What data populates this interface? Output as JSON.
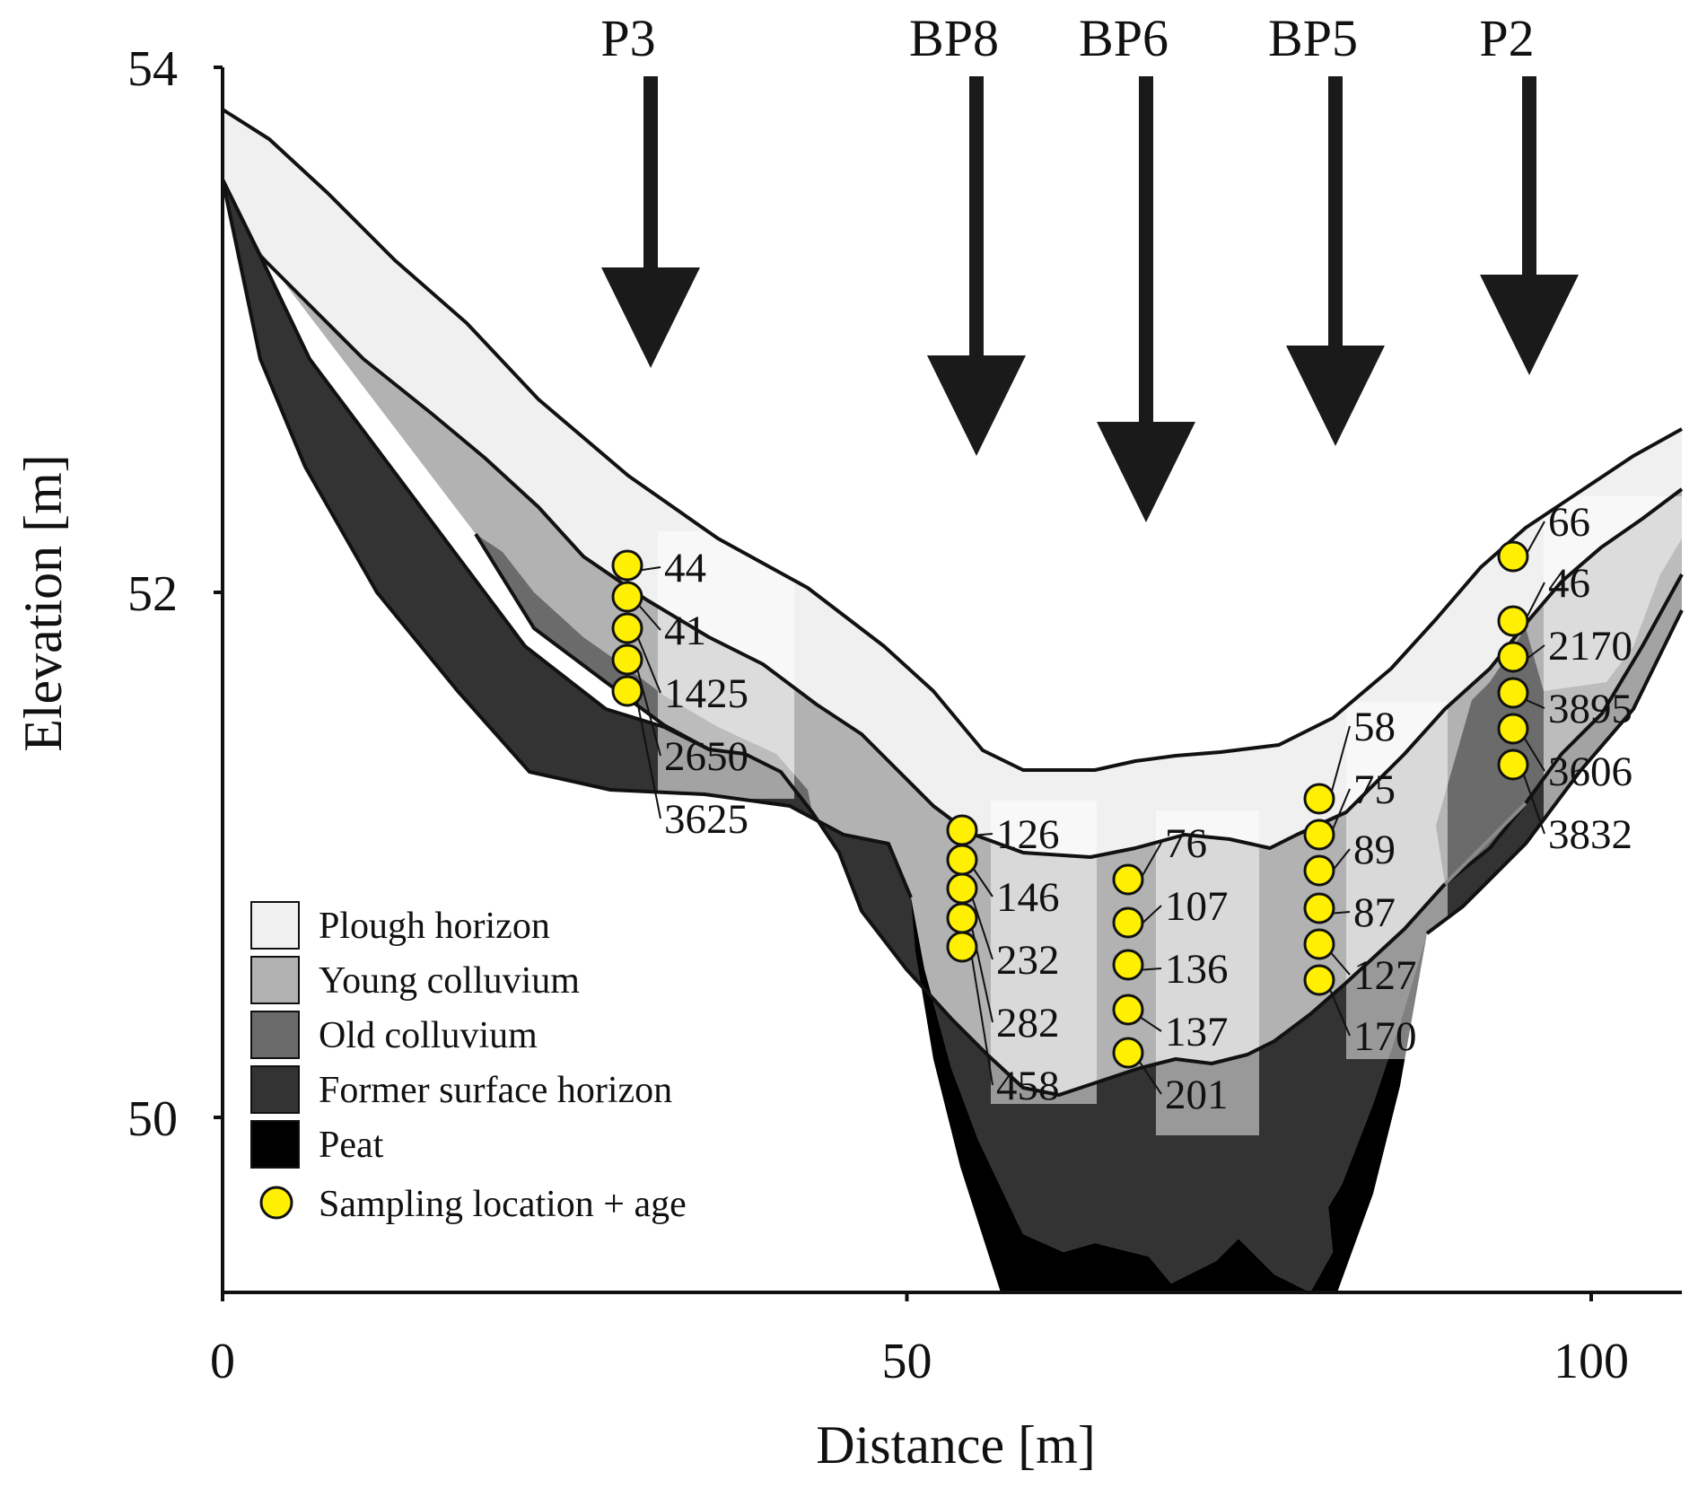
{
  "axes": {
    "x_title": "Distance [m]",
    "y_title": "Elevation [m]",
    "x_ticks": [
      {
        "value": 0,
        "label": "0"
      },
      {
        "value": 50,
        "label": "50"
      },
      {
        "value": 100,
        "label": "100"
      }
    ],
    "y_ticks": [
      {
        "value": 54,
        "label": "54"
      },
      {
        "value": 52,
        "label": "52"
      },
      {
        "value": 50,
        "label": "50"
      }
    ]
  },
  "layers": [
    {
      "key": "plough",
      "label": "Plough horizon",
      "color": "#f0f0f0"
    },
    {
      "key": "young",
      "label": "Young colluvium",
      "color": "#b2b2b2"
    },
    {
      "key": "old",
      "label": "Old colluvium",
      "color": "#6b6b6b"
    },
    {
      "key": "former",
      "label": "Former surface horizon",
      "color": "#333333"
    },
    {
      "key": "peat",
      "label": "Peat",
      "color": "#000000"
    }
  ],
  "legend": {
    "sampling_label": "Sampling location + age",
    "sampling_color": "#ffef00"
  },
  "profiles": [
    {
      "name": "P3",
      "ages": [
        "44",
        "41",
        "1425",
        "2650",
        "3625"
      ]
    },
    {
      "name": "BP8",
      "ages": [
        "126",
        "146",
        "232",
        "282",
        "458"
      ]
    },
    {
      "name": "BP6",
      "ages": [
        "76",
        "107",
        "136",
        "137",
        "201"
      ]
    },
    {
      "name": "BP5",
      "ages": [
        "58",
        "75",
        "89",
        "87",
        "127",
        "170"
      ]
    },
    {
      "name": "P2",
      "ages": [
        "66",
        "46",
        "2170",
        "3895",
        "3606",
        "3832"
      ]
    }
  ]
}
